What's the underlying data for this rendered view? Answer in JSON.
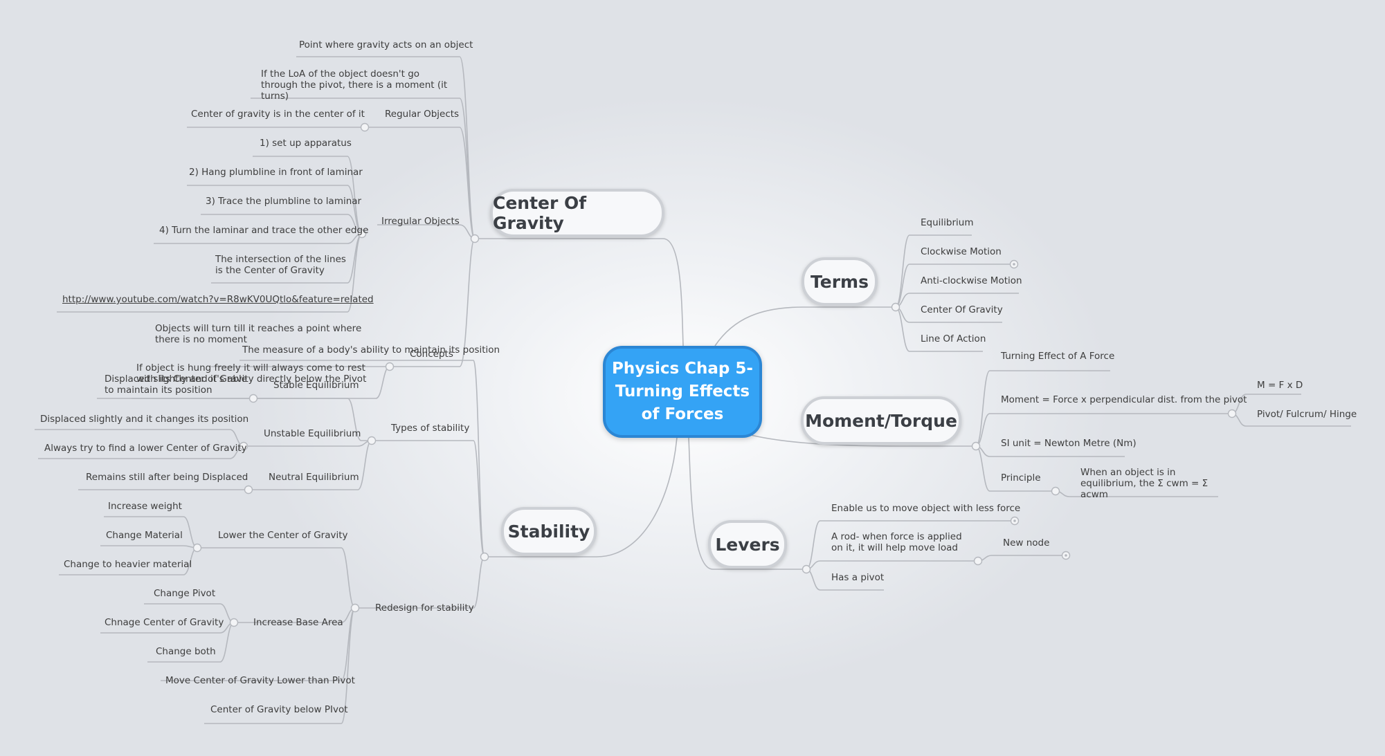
{
  "central": "Physics Chap 5- Turning Effects of Forces",
  "topics": {
    "center_of_gravity": "Center Of Gravity",
    "terms": "Terms",
    "moment": "Moment/Torque",
    "stability": "Stability",
    "levers": "Levers"
  },
  "cog": {
    "point": "Point where gravity acts on an object",
    "loa": "If the LoA of the object doesn't go through the pivot, there is a moment (it turns)",
    "regular": "Regular Objects",
    "regular_child": "Center of gravity is in the center of it",
    "irregular": "Irregular Objects",
    "steps": [
      "1) set up apparatus",
      "2) Hang plumbline in front of laminar",
      "3) Trace the plumbline to laminar",
      "4) Turn the laminar and trace the other edge",
      "The intersection of the lines is the Center of Gravity",
      "http://www.youtube.com/watch?v=R8wKV0UQtlo&feature=related"
    ],
    "objects_turn": "Objects will turn till it reaches a point where there is no moment",
    "concepts": "Concepts",
    "hung_freely": "If object is hung freely it will always come to rest with its Center of Gravity directly below the Pivot"
  },
  "stability": {
    "measure": "The measure of a body's ability to maintain its position",
    "types": "Types of stability",
    "stable": "Stable Equilibrium",
    "stable_child": "Displaced slightly and it's able to maintain its position",
    "unstable": "Unstable Equilibrium",
    "unstable_children": [
      "Displaced slightly and it changes its position",
      "Always try to find a lower Center of Gravity"
    ],
    "neutral": "Neutral Equilibrium",
    "neutral_child": "Remains still after being Displaced",
    "redesign": "Redesign for stability",
    "lower": "Lower the Center of Gravity",
    "lower_children": [
      "Increase weight",
      "Change Material",
      "Change to heavier material"
    ],
    "base": "Increase Base Area",
    "base_children": [
      "Change Pivot",
      "Chnage Center of Gravity",
      "Change both"
    ],
    "move": "Move Center of Gravity Lower than Pivot",
    "below": "Center of Gravity below PIvot"
  },
  "terms": [
    "Equilibrium",
    "Clockwise Motion",
    "Anti-clockwise Motion",
    "Center Of Gravity",
    "Line Of Action"
  ],
  "moment": {
    "turning": "Turning Effect of A Force",
    "formula": "Moment = Force x perpendicular dist. from the pivot",
    "formula_children": [
      "M = F x D",
      "Pivot/ Fulcrum/ Hinge"
    ],
    "si": "SI unit = Newton Metre (Nm)",
    "principle": "Principle",
    "principle_child": "When an object is in equilibrium, the Σ cwm = Σ acwm"
  },
  "levers": {
    "enable": "Enable us to move object with less force",
    "rod": "A rod- when force is applied on it, it will help move load",
    "new_node": "New node",
    "pivot": "Has a pivot"
  },
  "colors": {
    "central_fill": "#34a3f5",
    "central_border": "#2b86d4",
    "topic_border": "#cdd0d5",
    "line": "#b5b8be"
  }
}
